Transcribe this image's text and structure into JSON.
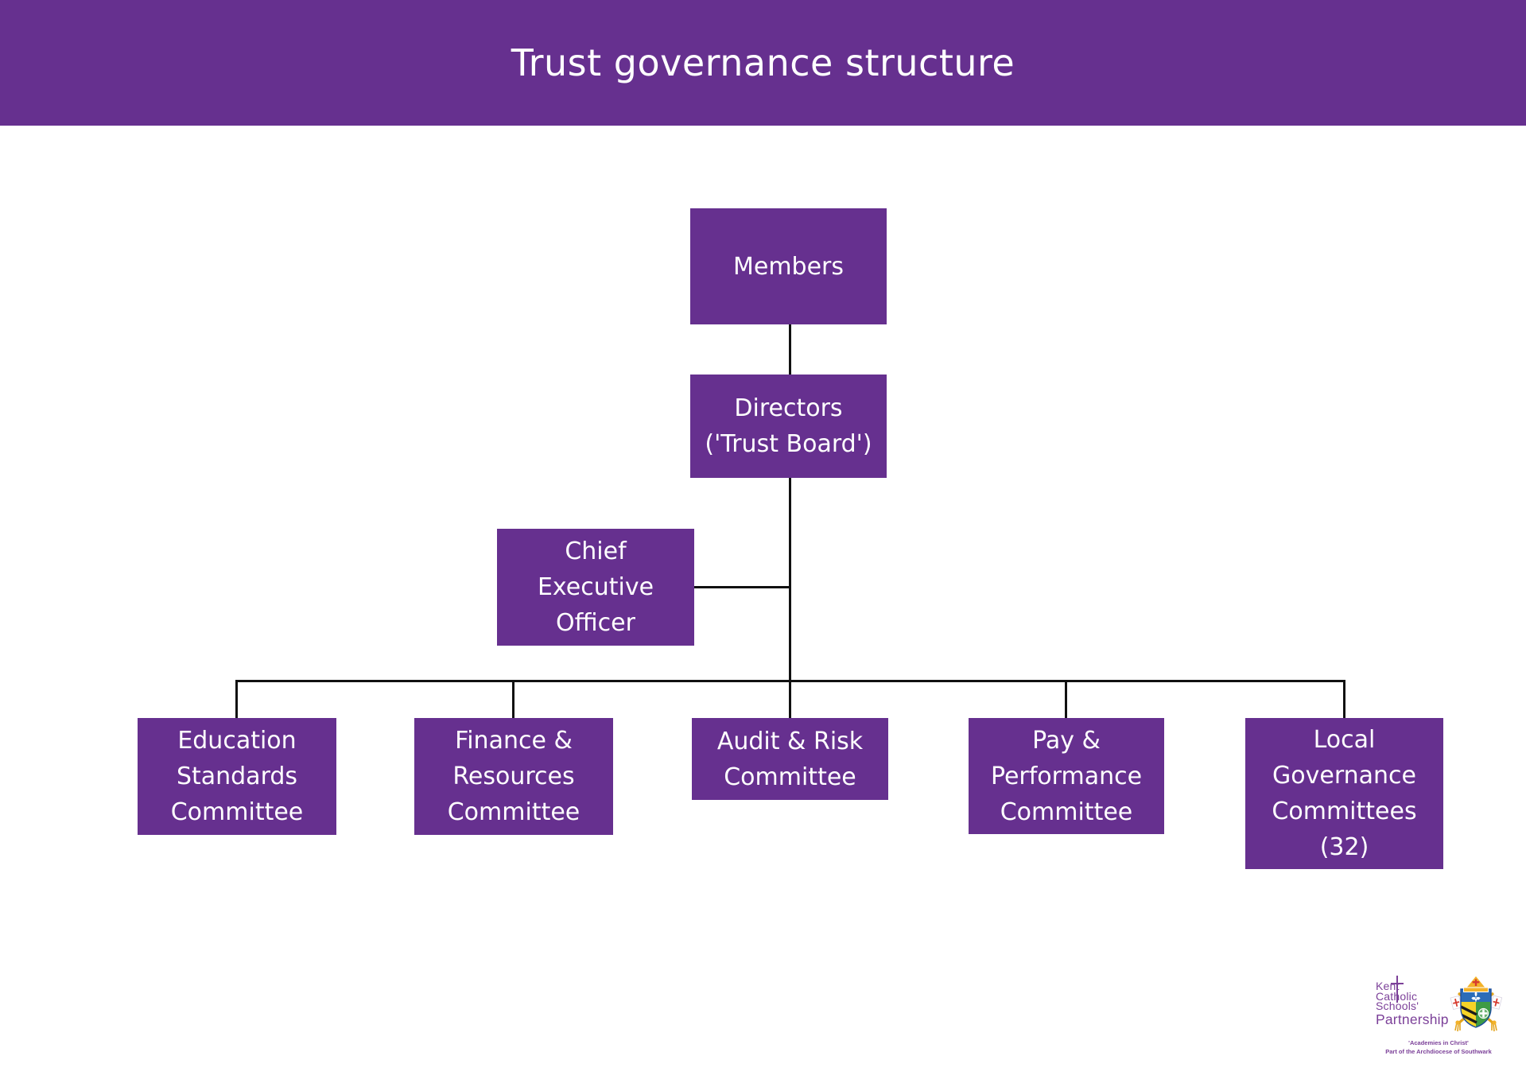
{
  "header": {
    "title": "Trust governance structure"
  },
  "colors": {
    "purple": "#66308F",
    "line": "#111111",
    "white": "#FFFFFF",
    "logo_purple": "#7C4199"
  },
  "nodes": {
    "members": {
      "label": "Members"
    },
    "directors": {
      "label": "Directors\n('Trust Board')"
    },
    "ceo": {
      "label": "Chief\nExecutive\nOfficer"
    },
    "education": {
      "label": "Education\nStandards\nCommittee"
    },
    "finance": {
      "label": "Finance &\nResources\nCommittee"
    },
    "audit": {
      "label": "Audit & Risk\nCommittee"
    },
    "pay": {
      "label": "Pay &\nPerformance\nCommittee"
    },
    "local": {
      "label": "Local\nGovernance\nCommittees\n(32)"
    }
  },
  "logo": {
    "org_lines": [
      "Kent",
      "Catholic",
      "Schools'"
    ],
    "org_partnership": "Partnership",
    "tagline1": "'Academies in Christ'",
    "tagline2": "Part of the Archdiocese of Southwark"
  }
}
